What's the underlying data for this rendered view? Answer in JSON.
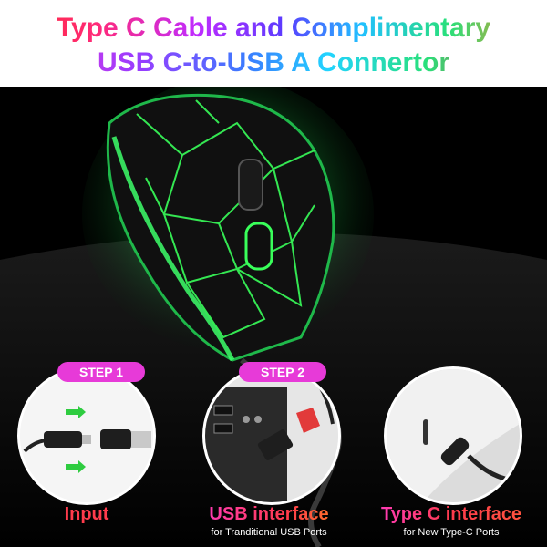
{
  "title": {
    "line1": "Type C Cable and Complimentary",
    "line2": "USB C-to-USB A Connertor"
  },
  "steps": [
    {
      "badge": "STEP 1",
      "label": "Input",
      "sublabel": ""
    },
    {
      "badge": "STEP 2",
      "label": "USB interface",
      "sublabel": "for Tranditional USB Ports"
    },
    {
      "badge": "",
      "label": "Type C interface",
      "sublabel": "for New Type-C Ports"
    }
  ],
  "colors": {
    "badge": "#e73ad8",
    "mouse_glow": "#39ff5a",
    "background_band": "#000000",
    "input_label": "#ff3b4c"
  }
}
